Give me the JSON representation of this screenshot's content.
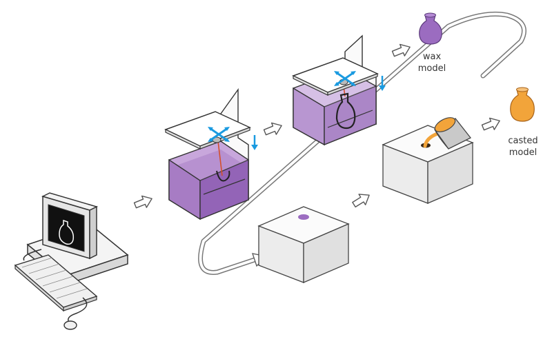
{
  "labels": {
    "wax_line1": "wax",
    "wax_line2": "model",
    "casted_line1": "casted",
    "casted_line2": "model"
  },
  "colors": {
    "resin": "#a77cc4",
    "resin_dark": "#8e5db3",
    "wax": "#9b6cc0",
    "casted": "#f2a43a",
    "motion_arrow": "#1a9ae0",
    "outline": "#2b2b2b",
    "laser": "#d4502a"
  },
  "icons": [
    "computer-icon",
    "vase-icon",
    "flow-arrow-icon",
    "motion-arrow-icon",
    "ladle-icon"
  ]
}
